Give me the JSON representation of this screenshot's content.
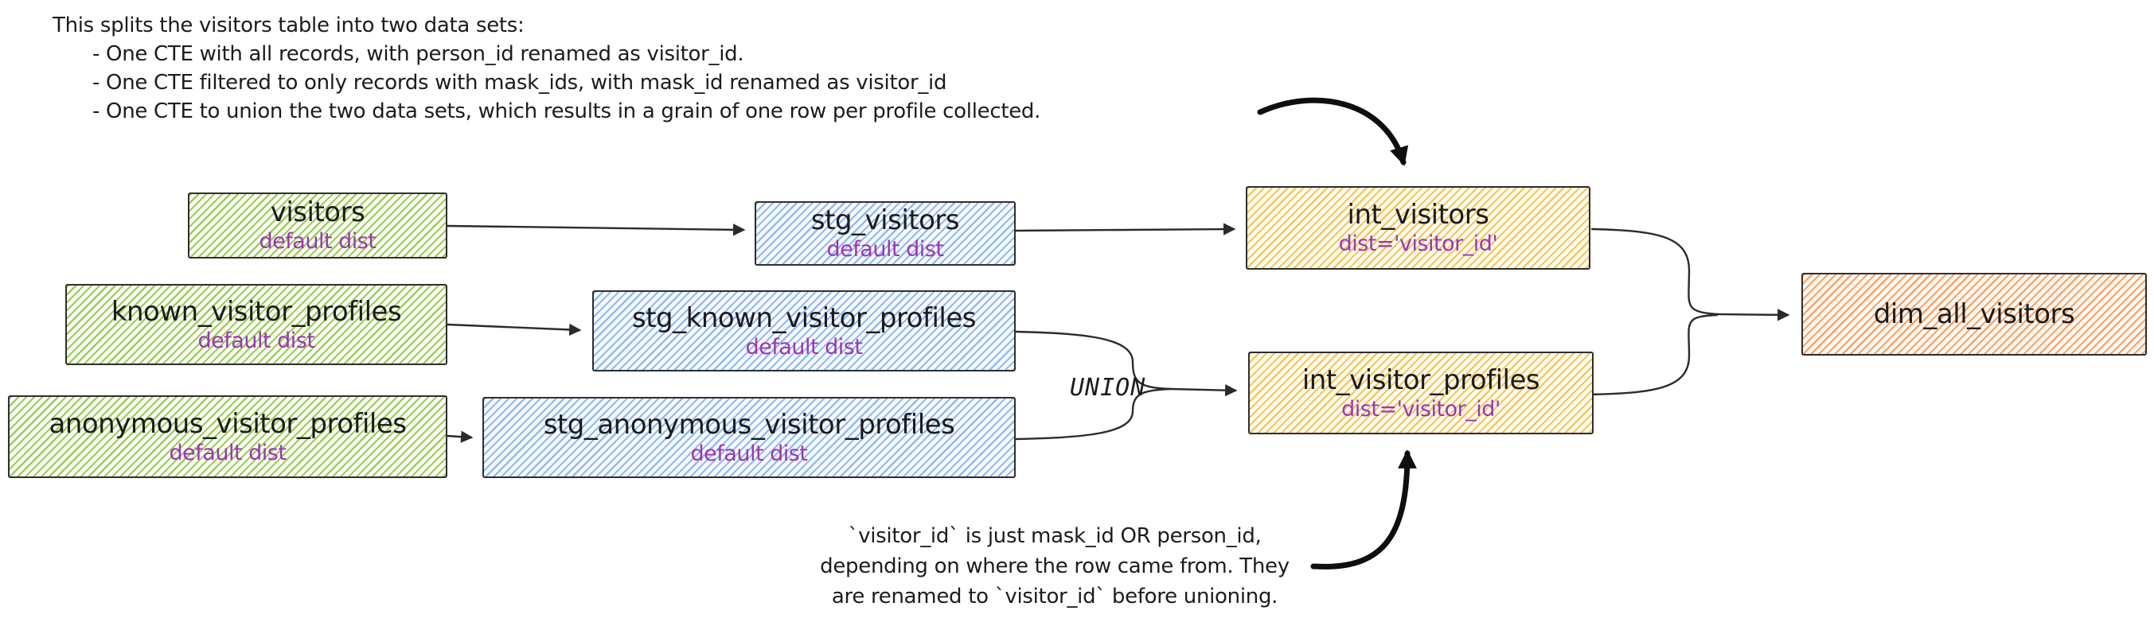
{
  "diagram": {
    "background": "#ffffff",
    "colors": {
      "stroke": "#2e2e2e",
      "title_text": "#1b1b1b",
      "subtitle_text": "#9c36b5",
      "annotation_text": "#1c1c1c",
      "green_hachure": "#8bc444",
      "blue_hachure": "#7caae6",
      "yellow_hachure": "#f0b93c",
      "orange_hachure": "#f29655",
      "thin_arrow": "#2b2b2b",
      "thick_arrow": "#0f0f0f"
    }
  },
  "annotations": {
    "top": {
      "line0": "This splits the visitors table into two data sets:",
      "line1": "- One CTE with all records, with person_id renamed as visitor_id.",
      "line2": "- One CTE filtered to only records with mask_ids, with mask_id renamed as visitor_id",
      "line3": "- One CTE to union the two data sets, which results in a grain of one row per profile collected.",
      "points_to": "int_visitors"
    },
    "bottom": {
      "line0": "`visitor_id` is just mask_id OR person_id,",
      "line1": "depending on where the row came from. They",
      "line2": "are renamed to `visitor_id` before unioning.",
      "points_to": "int_visitor_profiles"
    }
  },
  "union_label": "UNION",
  "nodes": [
    {
      "id": "visitors",
      "title": "visitors",
      "subtitle": "default dist",
      "fill": "green"
    },
    {
      "id": "known_visitor_profiles",
      "title": "known_visitor_profiles",
      "subtitle": "default dist",
      "fill": "green"
    },
    {
      "id": "anonymous_visitor_profiles",
      "title": "anonymous_visitor_profiles",
      "subtitle": "default dist",
      "fill": "green"
    },
    {
      "id": "stg_visitors",
      "title": "stg_visitors",
      "subtitle": "default dist",
      "fill": "blue"
    },
    {
      "id": "stg_known_visitor_profiles",
      "title": "stg_known_visitor_profiles",
      "subtitle": "default dist",
      "fill": "blue"
    },
    {
      "id": "stg_anonymous_visitor_profiles",
      "title": "stg_anonymous_visitor_profiles",
      "subtitle": "default dist",
      "fill": "blue"
    },
    {
      "id": "int_visitors",
      "title": "int_visitors",
      "subtitle": "dist='visitor_id'",
      "fill": "yellow"
    },
    {
      "id": "int_visitor_profiles",
      "title": "int_visitor_profiles",
      "subtitle": "dist='visitor_id'",
      "fill": "yellow"
    },
    {
      "id": "dim_all_visitors",
      "title": "dim_all_visitors",
      "subtitle": "",
      "fill": "orange"
    }
  ],
  "edges": [
    {
      "from": "visitors",
      "to": "stg_visitors"
    },
    {
      "from": "known_visitor_profiles",
      "to": "stg_known_visitor_profiles"
    },
    {
      "from": "anonymous_visitor_profiles",
      "to": "stg_anonymous_visitor_profiles"
    },
    {
      "from": "stg_visitors",
      "to": "int_visitors"
    },
    {
      "from": "stg_known_visitor_profiles",
      "to": "int_visitor_profiles",
      "label": "UNION"
    },
    {
      "from": "stg_anonymous_visitor_profiles",
      "to": "int_visitor_profiles",
      "label": "UNION"
    },
    {
      "from": "int_visitors",
      "to": "dim_all_visitors"
    },
    {
      "from": "int_visitor_profiles",
      "to": "dim_all_visitors"
    }
  ]
}
